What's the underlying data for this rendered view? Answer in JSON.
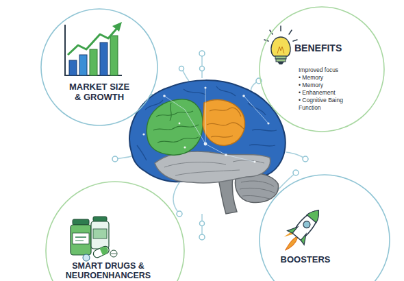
{
  "diagram": {
    "nodes": [
      {
        "text": [
          "MARKET SIZE & GROWTH"
        ]
      },
      {
        "text": [
          "BENEFITS",
          "Improved focus",
          "• Memory",
          "• Memory",
          "• Enhanement",
          "• Cognitive Baing Function"
        ]
      },
      {
        "text": [
          "SMART DRUGS & NEUROENHANCERS"
        ]
      },
      {
        "text": [
          "BOOSTERS"
        ]
      }
    ]
  }
}
